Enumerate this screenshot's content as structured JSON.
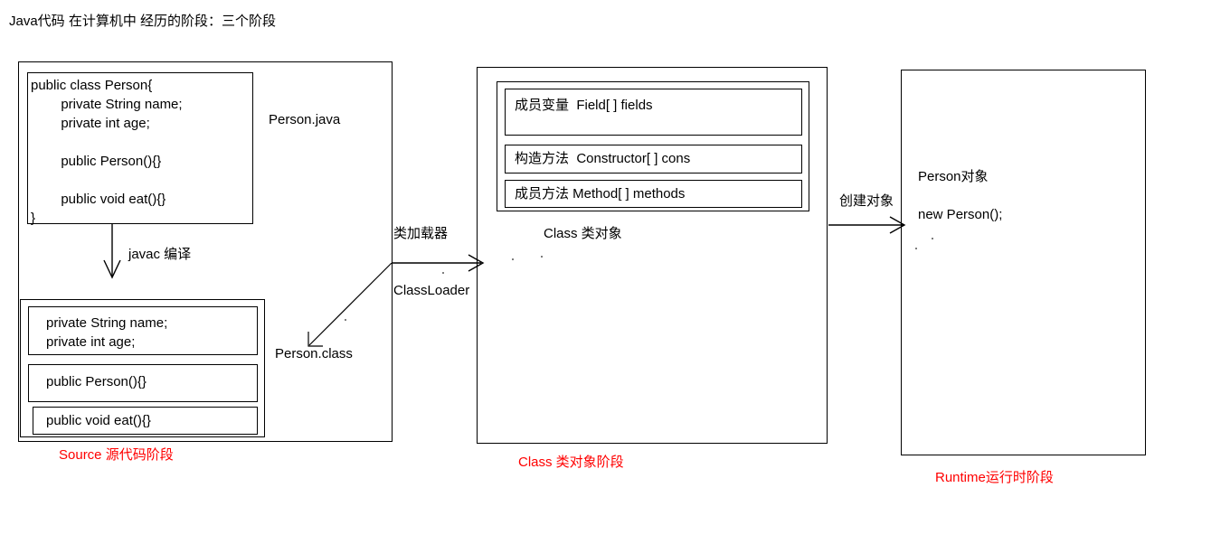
{
  "title": "Java代码 在计算机中 经历的阶段：三个阶段",
  "stages": {
    "source": {
      "source_file_label": "Person.java",
      "code": "public class Person{\n        private String name;\n        private int age;\n\n        public Person(){}\n\n        public void eat(){}\n}",
      "compile_arrow_label": "javac 编译",
      "class_file_label": "Person.class",
      "members": [
        "private String name;\nprivate int age;",
        "public Person(){}",
        "public void eat(){}"
      ],
      "stage_caption": "Source 源代码阶段"
    },
    "classloader": {
      "label_cn": "类加载器",
      "label_en": "ClassLoader"
    },
    "klass": {
      "rows": [
        "成员变量  Field[ ] fields",
        "构造方法  Constructor[ ] cons",
        "成员方法 Method[ ] methods"
      ],
      "class_object_label": "Class 类对象",
      "stage_caption": "Class 类对象阶段"
    },
    "create": {
      "arrow_label": "创建对象"
    },
    "runtime": {
      "object_label": "Person对象",
      "code_label": "new Person();",
      "stage_caption": "Runtime运行时阶段"
    }
  },
  "colors": {
    "stroke": "#000000",
    "caption": "#ff0000",
    "background": "#ffffff"
  }
}
